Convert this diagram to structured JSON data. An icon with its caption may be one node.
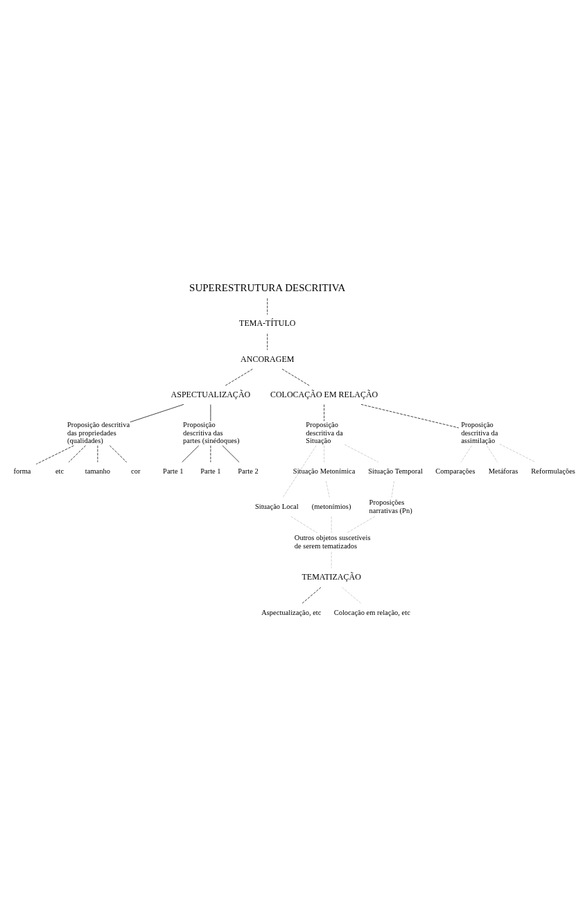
{
  "diagram": {
    "nodes": [
      {
        "text": [
          "SUPERESTRUTURA DESCRITIVA"
        ]
      },
      {
        "text": [
          "TEMA-TÍTULO"
        ]
      },
      {
        "text": [
          "ANCORAGEM"
        ]
      },
      {
        "text": [
          "ASPECTUALIZAÇÃO"
        ]
      },
      {
        "text": [
          "COLOCAÇÃO EM RELAÇÃO"
        ]
      },
      {
        "text": [
          "Proposição descritiva das propriedades (qualidades)"
        ]
      },
      {
        "text": [
          "Proposição descritiva das partes (sinédoques)"
        ]
      },
      {
        "text": [
          "Proposição descritiva da Situação"
        ]
      },
      {
        "text": [
          "Proposição descritiva da assimilação"
        ]
      },
      {
        "text": [
          "Comparações"
        ]
      },
      {
        "text": [
          "Metáforas"
        ]
      },
      {
        "text": [
          "forma"
        ]
      },
      {
        "text": [
          "etc"
        ]
      },
      {
        "text": [
          "tamanho"
        ]
      },
      {
        "text": [
          "cor"
        ]
      },
      {
        "text": [
          "Parte 1"
        ]
      },
      {
        "text": [
          "Reformulações"
        ]
      },
      {
        "text": [
          "Parte 1"
        ]
      },
      {
        "text": [
          "Parte 2"
        ]
      },
      {
        "text": [
          "Situação Local"
        ]
      },
      {
        "text": [
          "Situação Metonímica"
        ]
      },
      {
        "text": [
          "Situação Temporal"
        ]
      },
      {
        "text": [
          "(metonímios)"
        ]
      },
      {
        "text": [
          "Proposições narrativas (Pn)"
        ]
      },
      {
        "text": [
          "Outros objetos suscetíveis de serem tematizados"
        ]
      },
      {
        "text": [
          "TEMATIZAÇÃO"
        ]
      },
      {
        "text": [
          "Aspectualização, etc"
        ]
      },
      {
        "text": [
          "Colocação em relação, etc"
        ]
      }
    ],
    "edges": [
      {
        "from": 0,
        "to": 1,
        "arrow": "none",
        "style": "dashed"
      },
      {
        "from": 1,
        "to": 2,
        "arrow": "none",
        "style": "dashed"
      },
      {
        "from": 2,
        "to": 3,
        "arrow": "none",
        "style": "dashed"
      },
      {
        "from": 2,
        "to": 4,
        "arrow": "none",
        "style": "dashed"
      },
      {
        "from": 3,
        "to": 5,
        "arrow": "none"
      },
      {
        "from": 3,
        "to": 6,
        "arrow": "none"
      },
      {
        "from": 4,
        "to": 7,
        "arrow": "none",
        "style": "dashed"
      },
      {
        "from": 4,
        "to": 8,
        "arrow": "none",
        "style": "dashed"
      },
      {
        "from": 5,
        "to": 11,
        "arrow": "none",
        "style": "dashed"
      },
      {
        "from": 5,
        "to": 13,
        "arrow": "none",
        "style": "dashed"
      },
      {
        "from": 5,
        "to": 14,
        "arrow": "none",
        "style": "dashed"
      },
      {
        "from": 5,
        "to": 12,
        "arrow": "none",
        "style": "dashed"
      },
      {
        "from": 6,
        "to": 17,
        "arrow": "none",
        "style": "dashed"
      },
      {
        "from": 6,
        "to": 18,
        "arrow": "none"
      },
      {
        "from": 6,
        "to": 15,
        "arrow": "none"
      },
      {
        "from": 7,
        "to": 20,
        "arrow": "none",
        "style": "dashed",
        "color": "#bfbfbf"
      },
      {
        "from": 7,
        "to": 19,
        "arrow": "none",
        "style": "dashed",
        "color": "#bfbfbf"
      },
      {
        "from": 7,
        "to": 21,
        "arrow": "none",
        "style": "dashed",
        "color": "#bfbfbf"
      },
      {
        "from": 8,
        "to": 9,
        "arrow": "none",
        "style": "dashed",
        "color": "#bfbfbf"
      },
      {
        "from": 8,
        "to": 10,
        "arrow": "none",
        "style": "dashed",
        "color": "#bfbfbf"
      },
      {
        "from": 8,
        "to": 16,
        "arrow": "none",
        "style": "dashed",
        "color": "#bfbfbf"
      },
      {
        "from": 20,
        "to": 22,
        "arrow": "none",
        "style": "dashed",
        "color": "#bfbfbf"
      },
      {
        "from": 21,
        "to": 23,
        "arrow": "none",
        "style": "dashed",
        "color": "#bfbfbf"
      },
      {
        "from": 19,
        "to": 24,
        "arrow": "none",
        "style": "dashed",
        "color": "#bfbfbf"
      },
      {
        "from": 22,
        "to": 24,
        "arrow": "none",
        "style": "dashed",
        "color": "#bfbfbf"
      },
      {
        "from": 23,
        "to": 24,
        "arrow": "none",
        "style": "dashed",
        "color": "#bfbfbf"
      },
      {
        "from": 24,
        "to": 25,
        "arrow": "none",
        "style": "dashed",
        "color": "#bfbfbf"
      },
      {
        "from": 25,
        "to": 26,
        "arrow": "none",
        "style": "dashed"
      },
      {
        "from": 25,
        "to": 27,
        "arrow": "none",
        "style": "dashed",
        "color": "#bfbfbf"
      }
    ]
  }
}
